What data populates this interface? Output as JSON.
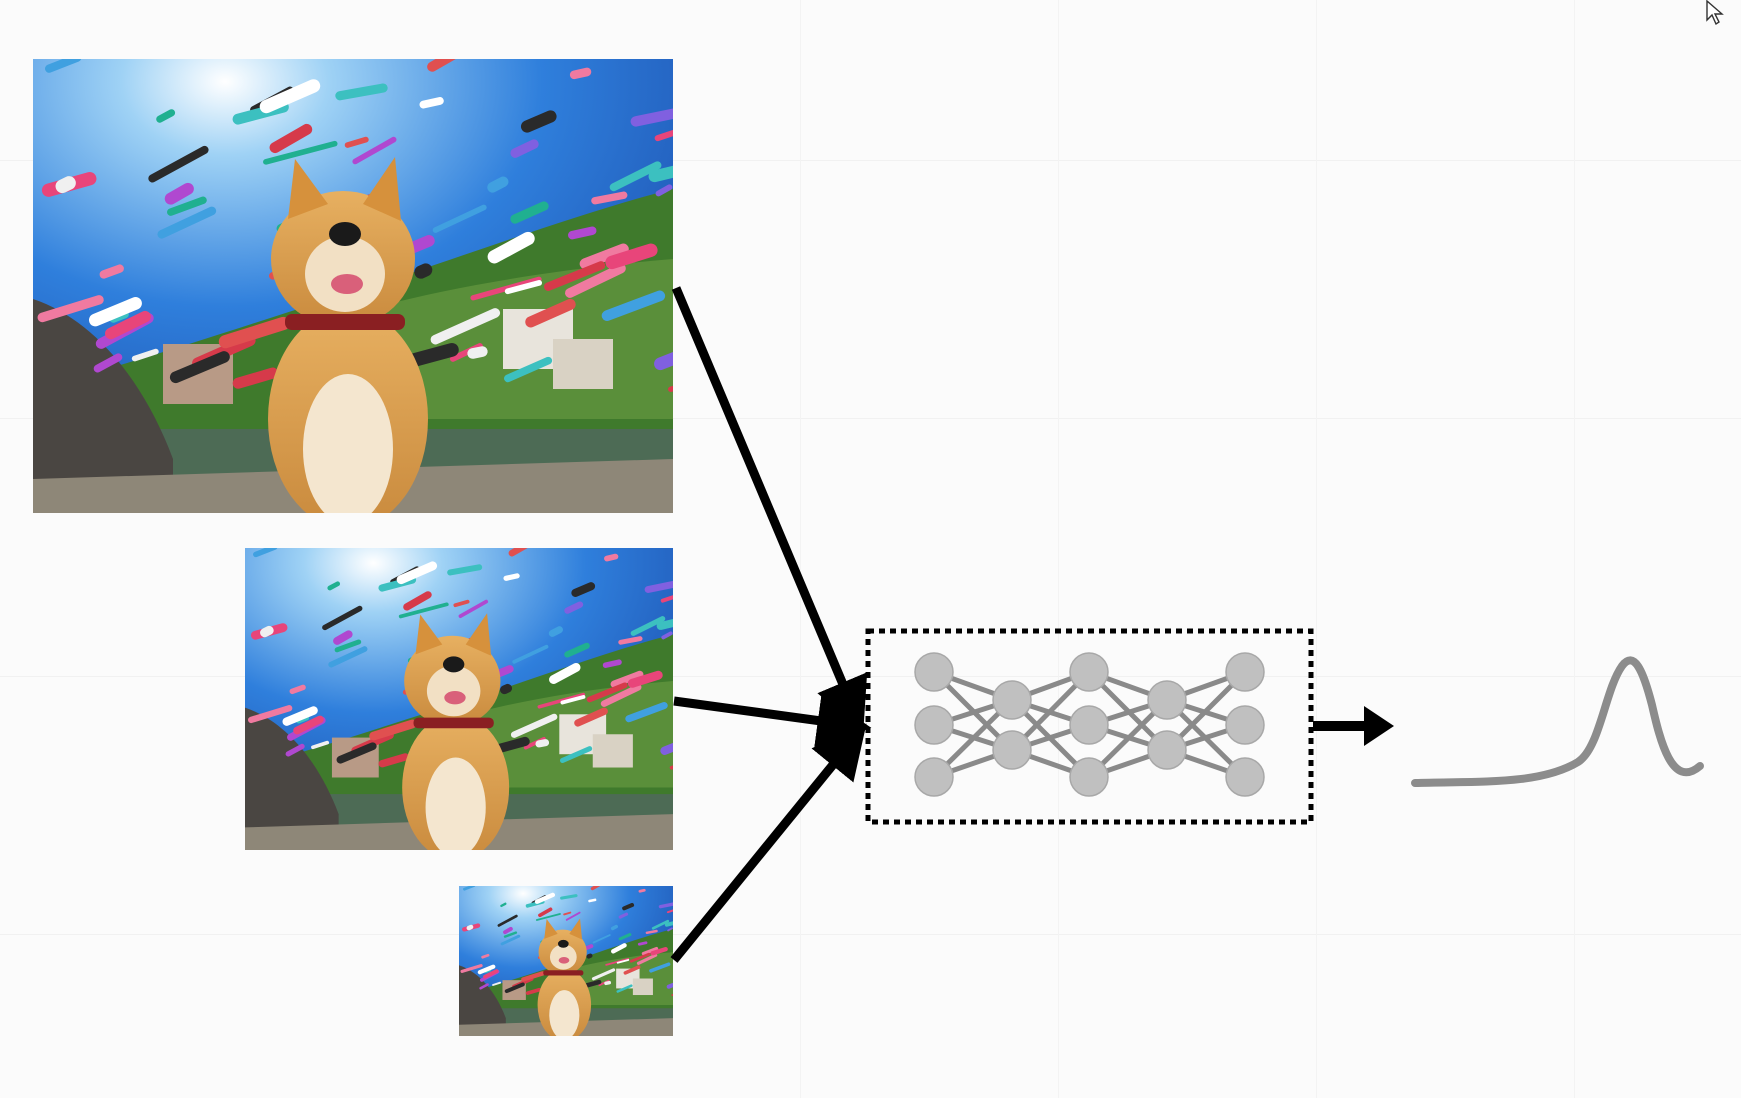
{
  "scene": {
    "images": [
      {
        "name": "large-dog-photo",
        "scale": 1.0
      },
      {
        "name": "medium-dog-photo",
        "scale": 0.66
      },
      {
        "name": "small-dog-photo",
        "scale": 0.33
      }
    ],
    "network": {
      "layers": [
        3,
        2,
        3,
        2,
        3
      ],
      "node_color": "#c0c0c0",
      "edge_color": "#8a8a8a",
      "box_style": "dotted"
    },
    "output_curve": {
      "color": "#8c8c8c"
    },
    "arrow_color": "#000000",
    "icons": [
      "mouse-pointer-icon"
    ]
  }
}
